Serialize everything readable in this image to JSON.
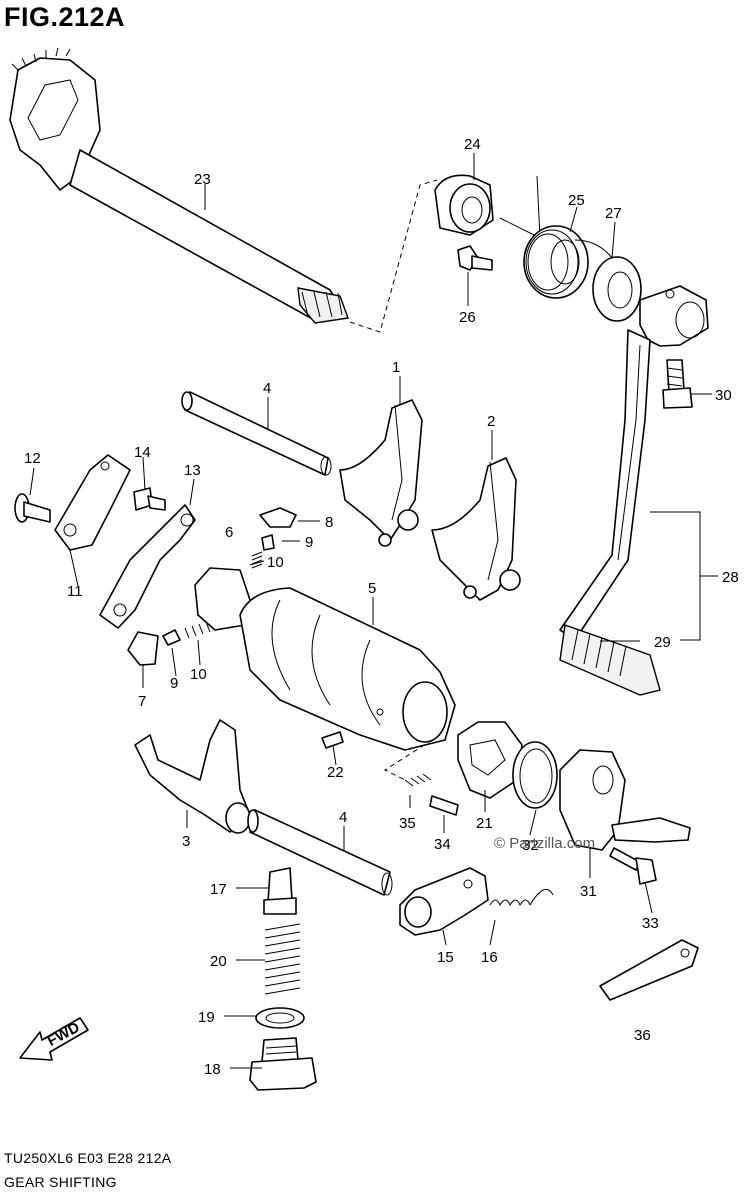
{
  "figure": {
    "title": "FIG.212A",
    "model_code": "TU250XL6  E03  E28  212A",
    "section_name": "GEAR SHIFTING",
    "watermark": "© Partzilla.com",
    "direction_arrow": "FWD"
  },
  "callouts": [
    {
      "id": "c1",
      "label": "1"
    },
    {
      "id": "c2",
      "label": "2"
    },
    {
      "id": "c3",
      "label": "3"
    },
    {
      "id": "c4a",
      "label": "4"
    },
    {
      "id": "c4b",
      "label": "4"
    },
    {
      "id": "c5",
      "label": "5"
    },
    {
      "id": "c6",
      "label": "6"
    },
    {
      "id": "c7",
      "label": "7"
    },
    {
      "id": "c8",
      "label": "8"
    },
    {
      "id": "c9a",
      "label": "9"
    },
    {
      "id": "c9b",
      "label": "9"
    },
    {
      "id": "c10a",
      "label": "10"
    },
    {
      "id": "c10b",
      "label": "10"
    },
    {
      "id": "c11",
      "label": "11"
    },
    {
      "id": "c12",
      "label": "12"
    },
    {
      "id": "c13",
      "label": "13"
    },
    {
      "id": "c14",
      "label": "14"
    },
    {
      "id": "c15",
      "label": "15"
    },
    {
      "id": "c16",
      "label": "16"
    },
    {
      "id": "c17",
      "label": "17"
    },
    {
      "id": "c18",
      "label": "18"
    },
    {
      "id": "c19",
      "label": "19"
    },
    {
      "id": "c20",
      "label": "20"
    },
    {
      "id": "c21",
      "label": "21"
    },
    {
      "id": "c22",
      "label": "22"
    },
    {
      "id": "c23",
      "label": "23"
    },
    {
      "id": "c24",
      "label": "24"
    },
    {
      "id": "c25",
      "label": "25"
    },
    {
      "id": "c26",
      "label": "26"
    },
    {
      "id": "c27",
      "label": "27"
    },
    {
      "id": "c28",
      "label": "28"
    },
    {
      "id": "c29",
      "label": "29"
    },
    {
      "id": "c30",
      "label": "30"
    },
    {
      "id": "c31",
      "label": "31"
    },
    {
      "id": "c32",
      "label": "32"
    },
    {
      "id": "c33",
      "label": "33"
    },
    {
      "id": "c34",
      "label": "34"
    },
    {
      "id": "c35",
      "label": "35"
    },
    {
      "id": "c36",
      "label": "36"
    }
  ]
}
